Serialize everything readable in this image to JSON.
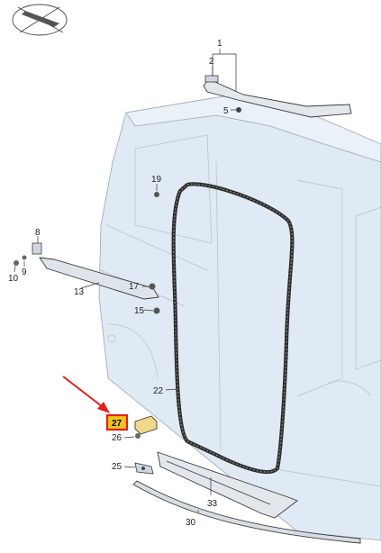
{
  "diagram": {
    "callouts": [
      {
        "id": "c1",
        "label": "1"
      },
      {
        "id": "c2",
        "label": "2"
      },
      {
        "id": "c5",
        "label": "5"
      },
      {
        "id": "c8",
        "label": "8"
      },
      {
        "id": "c9",
        "label": "9"
      },
      {
        "id": "c10",
        "label": "10"
      },
      {
        "id": "c13",
        "label": "13"
      },
      {
        "id": "c15",
        "label": "15"
      },
      {
        "id": "c17",
        "label": "17"
      },
      {
        "id": "c19",
        "label": "19"
      },
      {
        "id": "c22",
        "label": "22"
      },
      {
        "id": "c25",
        "label": "25"
      },
      {
        "id": "c26",
        "label": "26"
      },
      {
        "id": "c27",
        "label": "27"
      },
      {
        "id": "c30",
        "label": "30"
      },
      {
        "id": "c33",
        "label": "33"
      }
    ],
    "highlighted_callout": "27",
    "colors": {
      "highlight_box": "#e0201b",
      "highlight_fill": "#f0c419",
      "arrow": "#e0201b",
      "part_fill": "#f1d88a",
      "body_fill": "#dfeaf4"
    },
    "icons": [
      "view-direction-icon"
    ]
  }
}
